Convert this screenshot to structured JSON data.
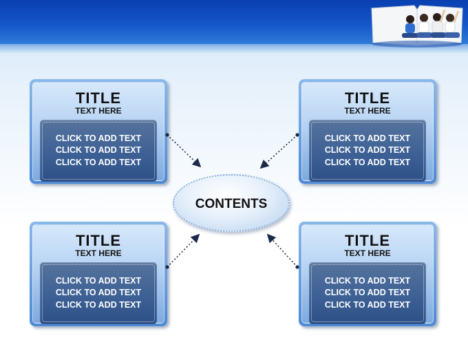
{
  "center": {
    "label": "CONTENTS"
  },
  "boxes": [
    {
      "title": "TITLE",
      "subtitle": "TEXT HERE",
      "lines": [
        "CLICK TO ADD TEXT",
        "CLICK TO ADD TEXT",
        "CLICK TO ADD TEXT"
      ]
    },
    {
      "title": "TITLE",
      "subtitle": "TEXT HERE",
      "lines": [
        "CLICK TO ADD TEXT",
        "CLICK TO ADD TEXT",
        "CLICK TO ADD TEXT"
      ]
    },
    {
      "title": "TITLE",
      "subtitle": "TEXT HERE",
      "lines": [
        "CLICK TO ADD TEXT",
        "CLICK TO ADD TEXT",
        "CLICK TO ADD TEXT"
      ]
    },
    {
      "title": "TITLE",
      "subtitle": "TEXT HERE",
      "lines": [
        "CLICK TO ADD TEXT",
        "CLICK TO ADD TEXT",
        "CLICK TO ADD TEXT"
      ]
    }
  ],
  "colors": {
    "banner": "#1456c8",
    "panel": "#3b5f94",
    "box_frame": "#4d8ad6",
    "arrow": "#1a2a4a"
  }
}
